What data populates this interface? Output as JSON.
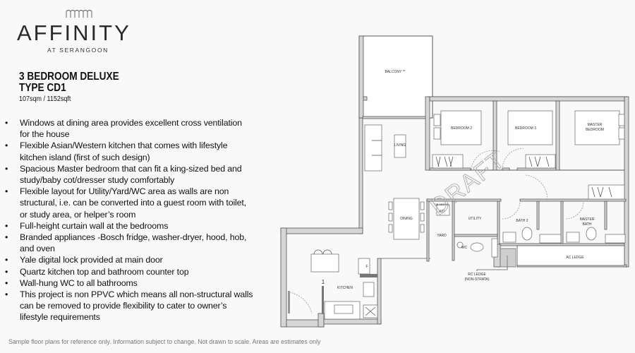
{
  "brand": {
    "name": "AFFINITY",
    "subtitle": "AT SERANGOON"
  },
  "unit": {
    "title": "3 BEDROOM DELUXE",
    "type": "TYPE CD1",
    "area": "107sqm / 1152sqft"
  },
  "features": [
    [
      "Windows at dining area provides excellent cross ventilation",
      "for the house"
    ],
    [
      "Flexible Asian/Western kitchen that comes with lifestyle",
      "kitchen island (first of such design)"
    ],
    [
      "Spacious Master bedroom that can fit a king-sized bed and",
      "study/baby cot/dresser study comfortably"
    ],
    [
      "Flexible layout for Utility/Yard/WC area as walls are non",
      "structural, i.e. can be converted into a guest room with toilet,",
      "or study area, or helper’s room"
    ],
    [
      "Full-height curtain wall at the bedrooms"
    ],
    [
      "Branded appliances -Bosch fridge, washer-dryer, hood, hob,",
      "and oven"
    ],
    [
      "Yale digital lock provided at main door"
    ],
    [
      "Quartz kitchen top and bathroom counter top"
    ],
    [
      "Wall-hung WC to all bathrooms"
    ],
    [
      "This project is non PPVC which means all non-structural walls",
      "can be removed to provide flexibility to cater to owner’s",
      "lifestyle requirements"
    ]
  ],
  "plan": {
    "rooms": {
      "balcony": "BALCONY **",
      "living": "LIVING",
      "dining": "DINING",
      "kitchen": "KITCHEN",
      "fridge": "F",
      "bedroom2": "BEDROOM 2",
      "bedroom3": "BEDROOM 3",
      "master_bedroom_1": "MASTER",
      "master_bedroom_2": "BEDROOM",
      "utility": "UTILITY",
      "yard": "YARD",
      "wc": "WC",
      "wd": "WD",
      "db": "DB ABOVE",
      "bath2": "BATH 2",
      "master_bath_1": "MASTER",
      "master_bath_2": "BATH",
      "ac_ledge": "AC LEDGE",
      "rc_ledge_1": "RC LEDGE",
      "rc_ledge_2": "(NON-STRATA)",
      "entry_marker": "1"
    },
    "watermark": "DRAFT"
  },
  "footer": "Sample floor plans for reference only. Information subject to change. Not drawn to scale. Areas are estimates only"
}
